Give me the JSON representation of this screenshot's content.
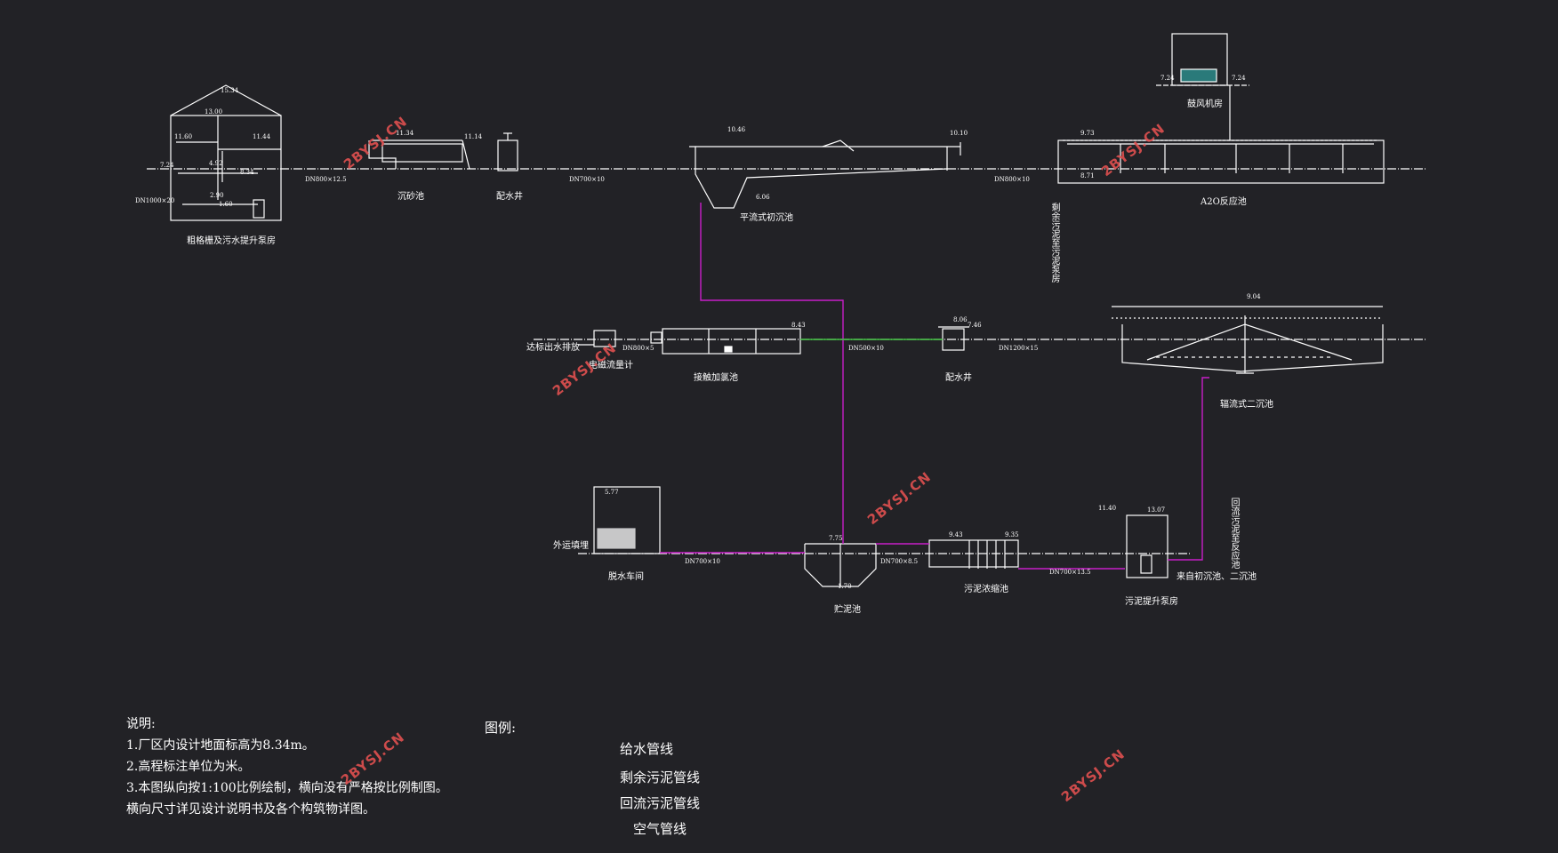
{
  "watermark": "2BYSJ.CN",
  "labels": {
    "coarse_screen": "粗格栅及污水提升泵房",
    "grit_chamber": "沉砂池",
    "distribution_well_1": "配水井",
    "primary_clarifier": "平流式初沉池",
    "blower_room": "鼓风机房",
    "a2o_tank": "A2O反应池",
    "secondary_clarifier": "辐流式二沉池",
    "distribution_well_2": "配水井",
    "contact_tank": "接触加氯池",
    "flow_meter": "电磁流量计",
    "discharge": "达标出水排放",
    "dewatering_room": "脱水车间",
    "sludge_storage": "贮泥池",
    "thickener": "污泥浓缩池",
    "sludge_pump_house": "污泥提升泵房",
    "from_clarifiers": "来自初沉池、二沉池",
    "outward_landfill": "外运填埋",
    "return_label": "回流污泥至反应池",
    "sludge_to_pump": "剩余污泥至污泥泵房"
  },
  "pipes": {
    "p1": "DN800×12.5",
    "p2": "DN700×10",
    "p3": "DN800×10",
    "p4": "DN500×10",
    "p5": "DN1200×15",
    "p6": "DN800×5",
    "p7": "DN700×10",
    "p8": "DN700×8.5",
    "p9": "DN700×13.5",
    "p10": "DN1000×20"
  },
  "elevations": {
    "e_roof": "15.34",
    "e_13": "13.00",
    "e_1160": "11.60",
    "e_1144": "11.44",
    "e_834": "8.34",
    "e_724a": "7.24",
    "e_492": "4.92",
    "e_290": "2.90",
    "e_160": "1.60",
    "e_1134": "11.34",
    "e_1114": "11.14",
    "e_1046": "10.46",
    "e_1010": "10.10",
    "e_606": "6.06",
    "e_973": "9.73",
    "e_871": "8.71",
    "e_724b": "7.24",
    "e_724c": "7.24",
    "e_904": "9.04",
    "e_806": "8.06",
    "e_746": "7.46",
    "e_843": "8.43",
    "e_577": "5.77",
    "e_775": "7.75",
    "e_170": "1.70",
    "e_943": "9.43",
    "e_935": "9.35",
    "e_1140": "11.40",
    "e_1307": "13.07"
  },
  "notes": {
    "title": "说明:",
    "line1": "1.厂区内设计地面标高为8.34m。",
    "line2": "2.高程标注单位为米。",
    "line3": "3.本图纵向按1:100比例绘制，横向没有严格按比例制图。",
    "line4": "横向尺寸详见设计说明书及各个构筑物详图。"
  },
  "legend": {
    "title": "图例:",
    "items": [
      "给水管线",
      "剩余污泥管线",
      "回流污泥管线",
      "空气管线"
    ]
  },
  "colors": {
    "background": "#222226",
    "line": "#ffffff",
    "sludge_pipe": "#c81ec8",
    "water_pipe": "#40c040",
    "watermark": "#e05050"
  }
}
